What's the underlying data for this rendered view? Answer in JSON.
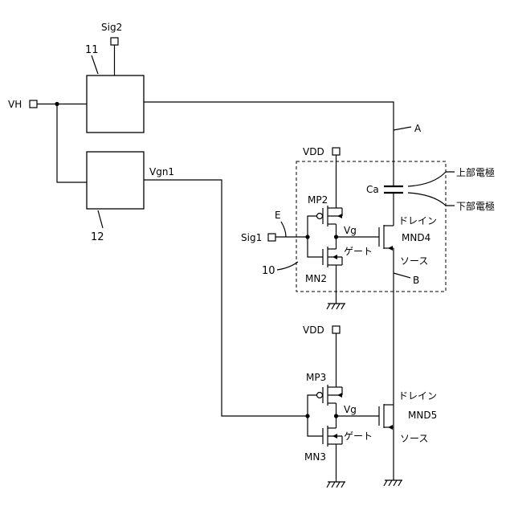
{
  "labels": {
    "vh": "VH",
    "sig2": "Sig2",
    "sig1": "Sig1",
    "vdd_top": "VDD",
    "vdd_bottom": "VDD",
    "vgn1": "Vgn1",
    "block11": "11",
    "block12": "12",
    "block10": "10",
    "node_a": "A",
    "node_b": "B",
    "node_e": "E",
    "cap": "Ca",
    "upper_electrode": "上部電極",
    "lower_electrode": "下部電極",
    "mp2": "MP2",
    "mn2": "MN2",
    "mp3": "MP3",
    "mn3": "MN3",
    "vg_top": "Vg",
    "vg_bottom": "Vg",
    "gate_top": "ゲート",
    "gate_bottom": "ゲート",
    "drain_top": "ドレイン",
    "drain_bottom": "ドレイン",
    "source_top": "ソース",
    "source_bottom": "ソース",
    "mnd4": "MND4",
    "mnd5": "MND5"
  }
}
